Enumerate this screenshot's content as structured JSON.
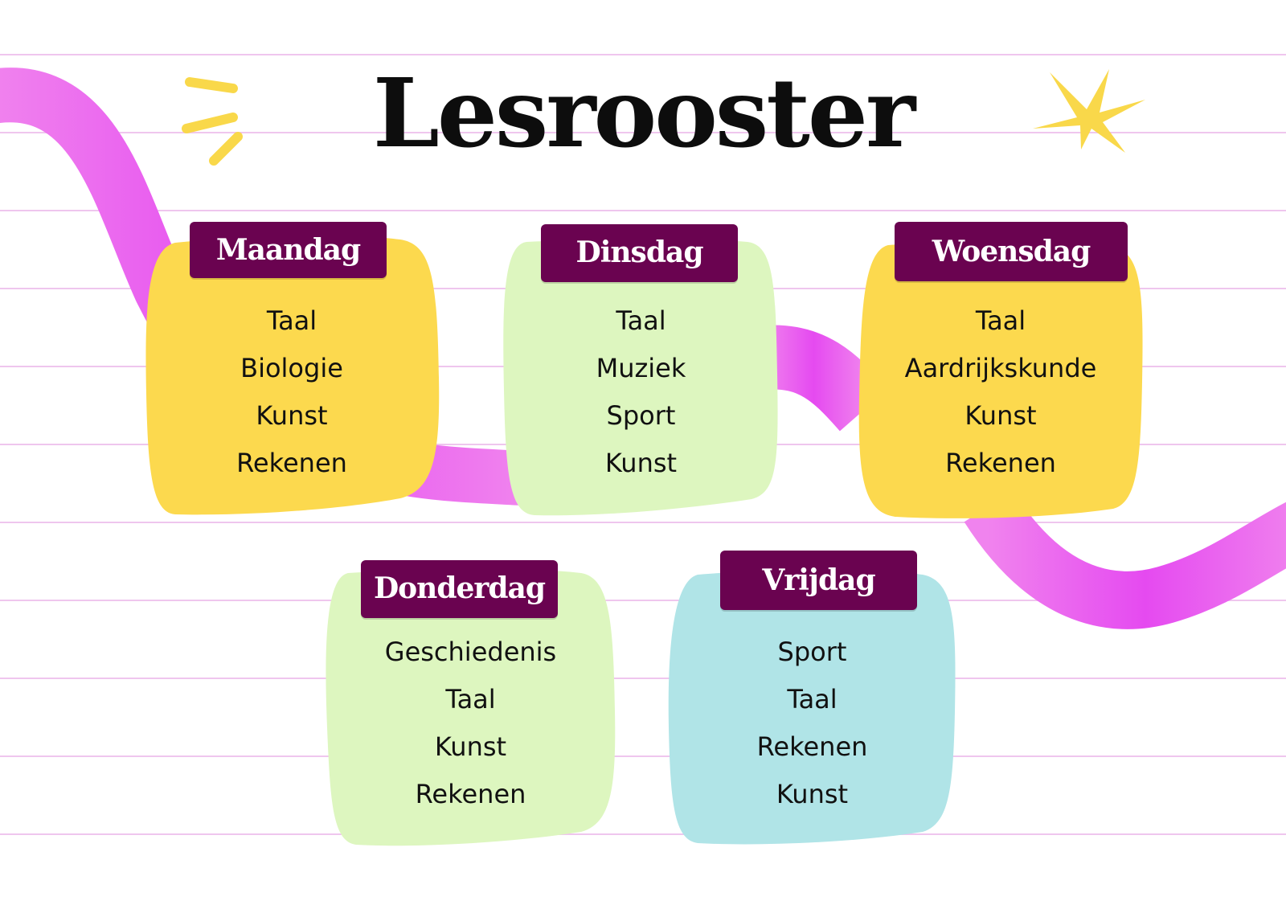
{
  "title": "Lesrooster",
  "colors": {
    "tag": "#6a0350",
    "yellow": "#fcd94e",
    "green": "#ddf6bf",
    "blue": "#b0e4e7",
    "ribbon": "#e54af0",
    "sparkle": "#f9d84a"
  },
  "days": [
    {
      "name": "Maandag",
      "subjects": [
        "Taal",
        "Biologie",
        "Kunst",
        "Rekenen"
      ]
    },
    {
      "name": "Dinsdag",
      "subjects": [
        "Taal",
        "Muziek",
        "Sport",
        "Kunst"
      ]
    },
    {
      "name": "Woensdag",
      "subjects": [
        "Taal",
        "Aardrijkskunde",
        "Kunst",
        "Rekenen"
      ]
    },
    {
      "name": "Donderdag",
      "subjects": [
        "Geschiedenis",
        "Taal",
        "Kunst",
        "Rekenen"
      ]
    },
    {
      "name": "Vrijdag",
      "subjects": [
        "Sport",
        "Taal",
        "Rekenen",
        "Kunst"
      ]
    }
  ]
}
